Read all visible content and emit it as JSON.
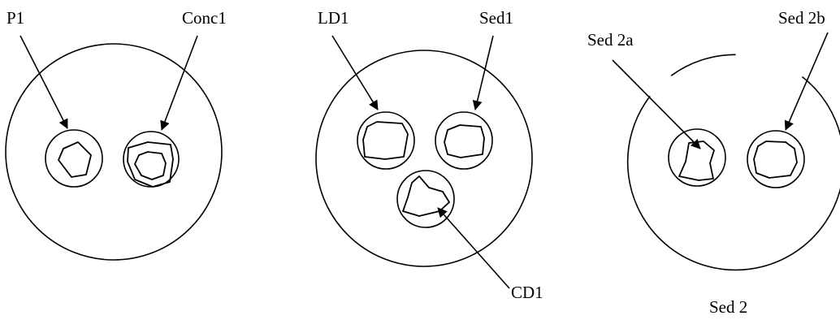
{
  "labels": {
    "p1": "P1",
    "conc1": "Conc1",
    "ld1": "LD1",
    "sed1": "Sed1",
    "cd1": "CD1",
    "sed2a": "Sed 2a",
    "sed2b": "Sed 2b",
    "sed2": "Sed 2"
  }
}
